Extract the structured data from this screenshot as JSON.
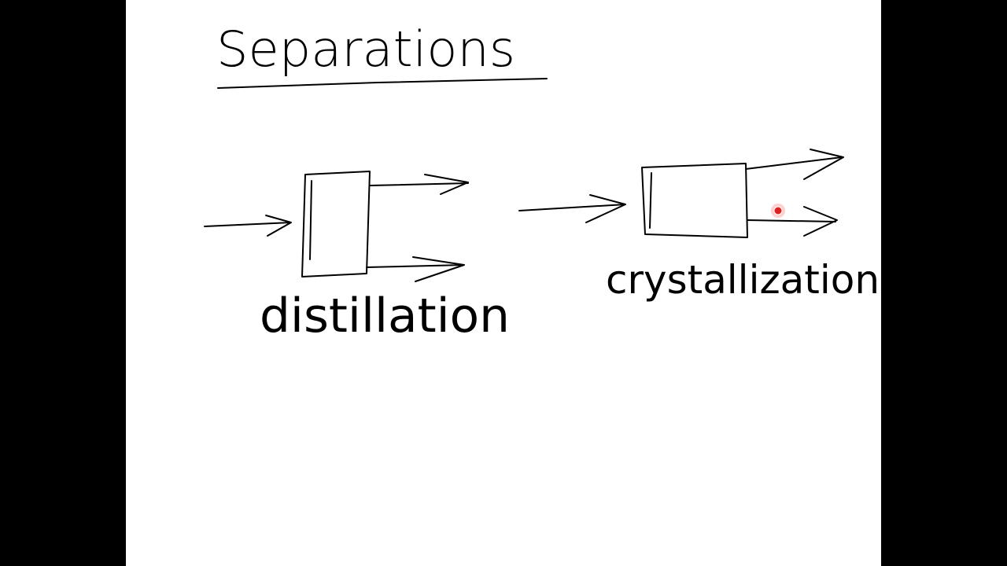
{
  "board": {
    "title": "Separations",
    "process_1": {
      "label": "distillation"
    },
    "process_2": {
      "label": "crystallization"
    },
    "pointer_color": "#e02020"
  }
}
